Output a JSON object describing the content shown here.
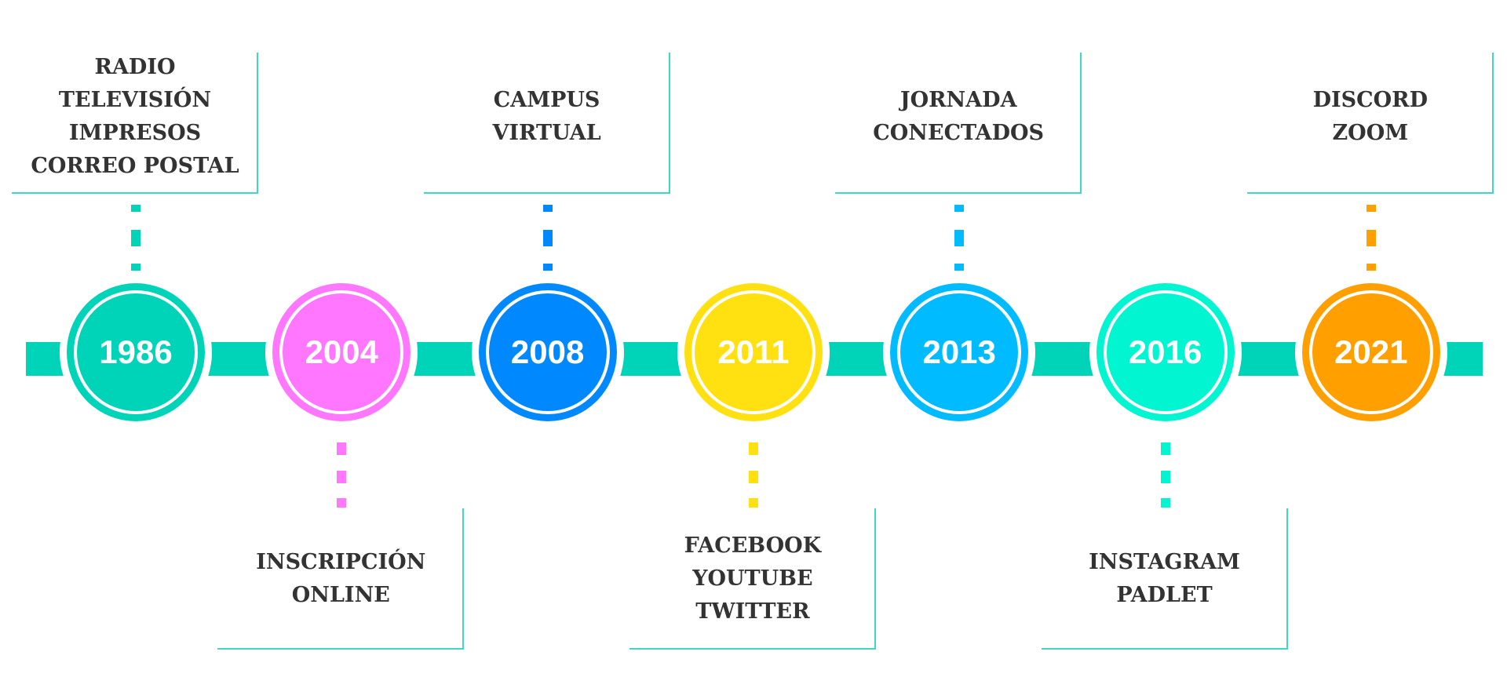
{
  "title": "Timeline",
  "colors": {
    "bar": "#00D4B8",
    "line": "#3ED8C4",
    "text": "#333333"
  },
  "milestones": [
    {
      "year": "1986",
      "color": "#00D4B8",
      "position": "top",
      "items": [
        "RADIO",
        "TELEVISIÓN",
        "IMPRESOS",
        "CORREO POSTAL"
      ]
    },
    {
      "year": "2004",
      "color": "#FF77FF",
      "position": "bottom",
      "items": [
        "INSCRIPCIÓN",
        "ONLINE"
      ]
    },
    {
      "year": "2008",
      "color": "#0088FF",
      "position": "top",
      "items": [
        "CAMPUS",
        "VIRTUAL"
      ]
    },
    {
      "year": "2011",
      "color": "#FFE010",
      "position": "bottom",
      "items": [
        "FACEBOOK",
        "YOUTUBE",
        "TWITTER"
      ]
    },
    {
      "year": "2013",
      "color": "#00BBFF",
      "position": "top",
      "items": [
        "JORNADA",
        "CONECTADOS"
      ]
    },
    {
      "year": "2016",
      "color": "#00F5D0",
      "position": "bottom",
      "items": [
        "INSTAGRAM",
        "PADLET"
      ]
    },
    {
      "year": "2021",
      "color": "#FF9F00",
      "position": "top",
      "items": [
        "DISCORD",
        "ZOOM"
      ]
    }
  ]
}
